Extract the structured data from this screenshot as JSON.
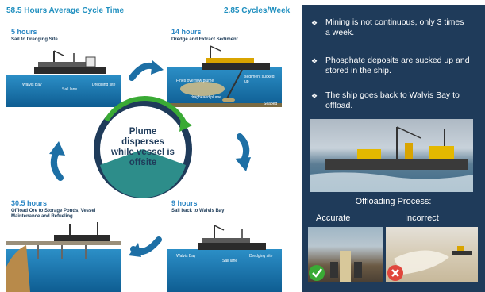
{
  "header": {
    "left": "58.5 Hours Average Cycle Time",
    "right": "2.85 Cycles/Week"
  },
  "panels": [
    {
      "hours": "5 hours",
      "title": "Sail to Dredging Site",
      "labels": [
        "Walvis Bay",
        "Sail lane",
        "Dredging site"
      ]
    },
    {
      "hours": "14 hours",
      "title": "Dredge and Extract Sediment",
      "labels": [
        "Fines overflow plume",
        "sediment sucked up",
        "dragheaed plume",
        "Seabed"
      ]
    },
    {
      "hours": "30.5 hours",
      "title": "Offload Ore to Storage Ponds, Vessel Maintenance and Refueling",
      "labels": []
    },
    {
      "hours": "9 hours",
      "title": "Sail back to Walvis Bay",
      "labels": [
        "Walvis Bay",
        "Sail lane",
        "Dredging site"
      ]
    }
  ],
  "center": {
    "text": "Plume disperses while vessel is offsite"
  },
  "sidebar": {
    "bullets": [
      "Mining is not continuous, only 3 times a week.",
      "Phosphate deposits are sucked up and stored in the ship.",
      "The ship goes back to Walvis Bay to offload."
    ],
    "offload_title": "Offloading Process:",
    "accurate_label": "Accurate",
    "incorrect_label": "Incorrect"
  },
  "icons": {
    "bullet": "diamond-bullet-icon",
    "correct": "checkmark-icon",
    "wrong": "x-mark-icon",
    "arrows": "cycle-arrow-icon"
  },
  "colors": {
    "header_blue": "#1f8fbf",
    "sidebar_bg": "#1f3b5a",
    "circle_green": "#3aaa35",
    "arrow_blue": "#1d6fa5",
    "check_green": "#3aaa35",
    "x_red": "#e0463c"
  }
}
